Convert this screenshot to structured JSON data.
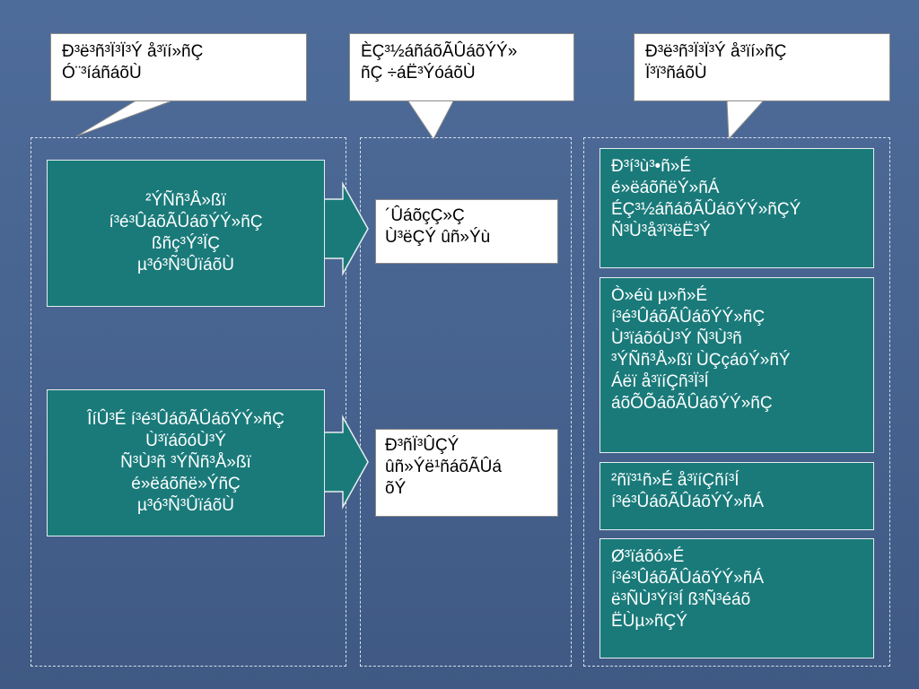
{
  "callouts": [
    {
      "text": "Ð³ë³ñ³Ï³Ï³Ý å³ïí»ñÇ\nÓ¨³íáñáõÙ"
    },
    {
      "text": "ÈÇ³½áñáõÃÛáõÝÝ»\nñÇ ÷áË³ÝóáõÙ"
    },
    {
      "text": "Ð³ë³ñ³Ï³Ï³Ý å³ïí»ñÇ\nÏ³ï³ñáõÙ"
    }
  ],
  "left_boxes": [
    {
      "text": "²ÝÑñ³Å»ßï\ní³é³ÛáõÃÛáõÝÝ»ñÇ\nßñç³Ý³ÏÇ\nµ³ó³Ñ³ÛïáõÙ"
    },
    {
      "text": "ÎíÛ³É í³é³ÛáõÃÛáõÝÝ»ñÇ\nÙ³ïáõóÙ³Ý\nÑ³Ù³ñ ³ÝÑñ³Å»ßï\né»ëáõñë»ÝñÇ\nµ³ó³Ñ³ÛïáõÙ"
    }
  ],
  "middle_boxes": [
    {
      "text": "´ÛáõçÇ»Ç\nÙ³ëÇÝ ûñ»Ýù"
    },
    {
      "text": "Ð³ñÏ³ÛÇÝ\nûñ»Ýë¹ñáõÃÛá\nõÝ"
    }
  ],
  "right_boxes": [
    {
      "text": "Ð³í³ù³•ñ»É\né»ëáõñëÝ»ñÁ\nÉÇ³½áñáõÃÛáõÝÝ»ñÇÝ\nÑ³Ù³å³ï³ëË³Ý"
    },
    {
      "text": "Ò»éù µ»ñ»É\ní³é³ÛáõÃÛáõÝÝ»ñÇ\nÙ³ïáõóÙ³Ý Ñ³Ù³ñ\n³ÝÑñ³Å»ßï ÙÇçáóÝ»ñÝ\nÁëï å³ïíÇñ³Ï³Í\náõÕÕáõÃÛáõÝÝ»ñÇ"
    },
    {
      "text": "²ñï³¹ñ»É å³ïíÇñí³Í\ní³é³ÛáõÃÛáõÝÝ»ñÁ"
    },
    {
      "text": "Ø³ïáõó»É\ní³é³ÛáõÃÛáõÝÝ»ñÁ\në³ÑÙ³Ýí³Í ß³Ñ³éáõ\nËÙµ»ñÇÝ"
    }
  ]
}
